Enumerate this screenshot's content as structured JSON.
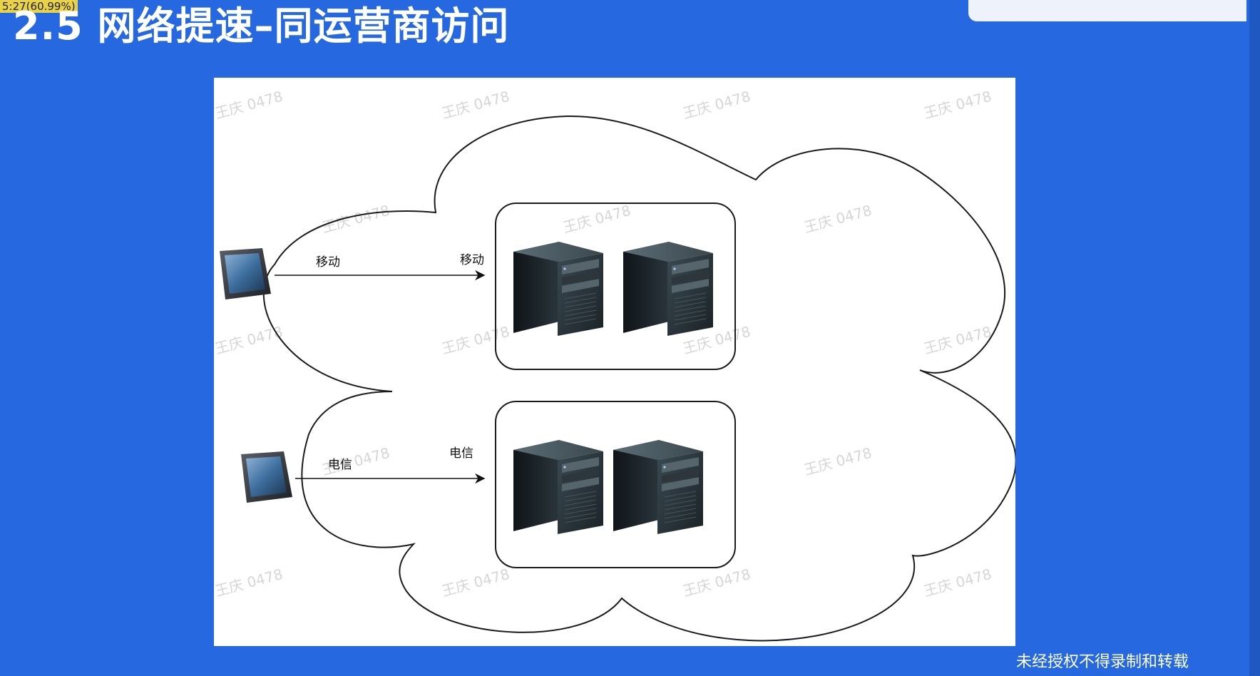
{
  "overlay": {
    "timer": "5:27(60.99%)"
  },
  "slide": {
    "title": "2.5 网络提速–同运营商访问",
    "footer": "未经授权不得录制和转载"
  },
  "watermark": {
    "text": "王庆 0478"
  },
  "diagram": {
    "clients": [
      {
        "name": "client-tablet-1",
        "edge_label": "移动",
        "target_label": "移动"
      },
      {
        "name": "client-tablet-2",
        "edge_label": "电信",
        "target_label": "电信"
      }
    ],
    "server_groups": [
      {
        "label": "移动",
        "server_count": 2
      },
      {
        "label": "电信",
        "server_count": 2
      }
    ]
  },
  "colors": {
    "background": "#2668e0",
    "canvas": "#ffffff",
    "stroke": "#1a1a1a"
  }
}
